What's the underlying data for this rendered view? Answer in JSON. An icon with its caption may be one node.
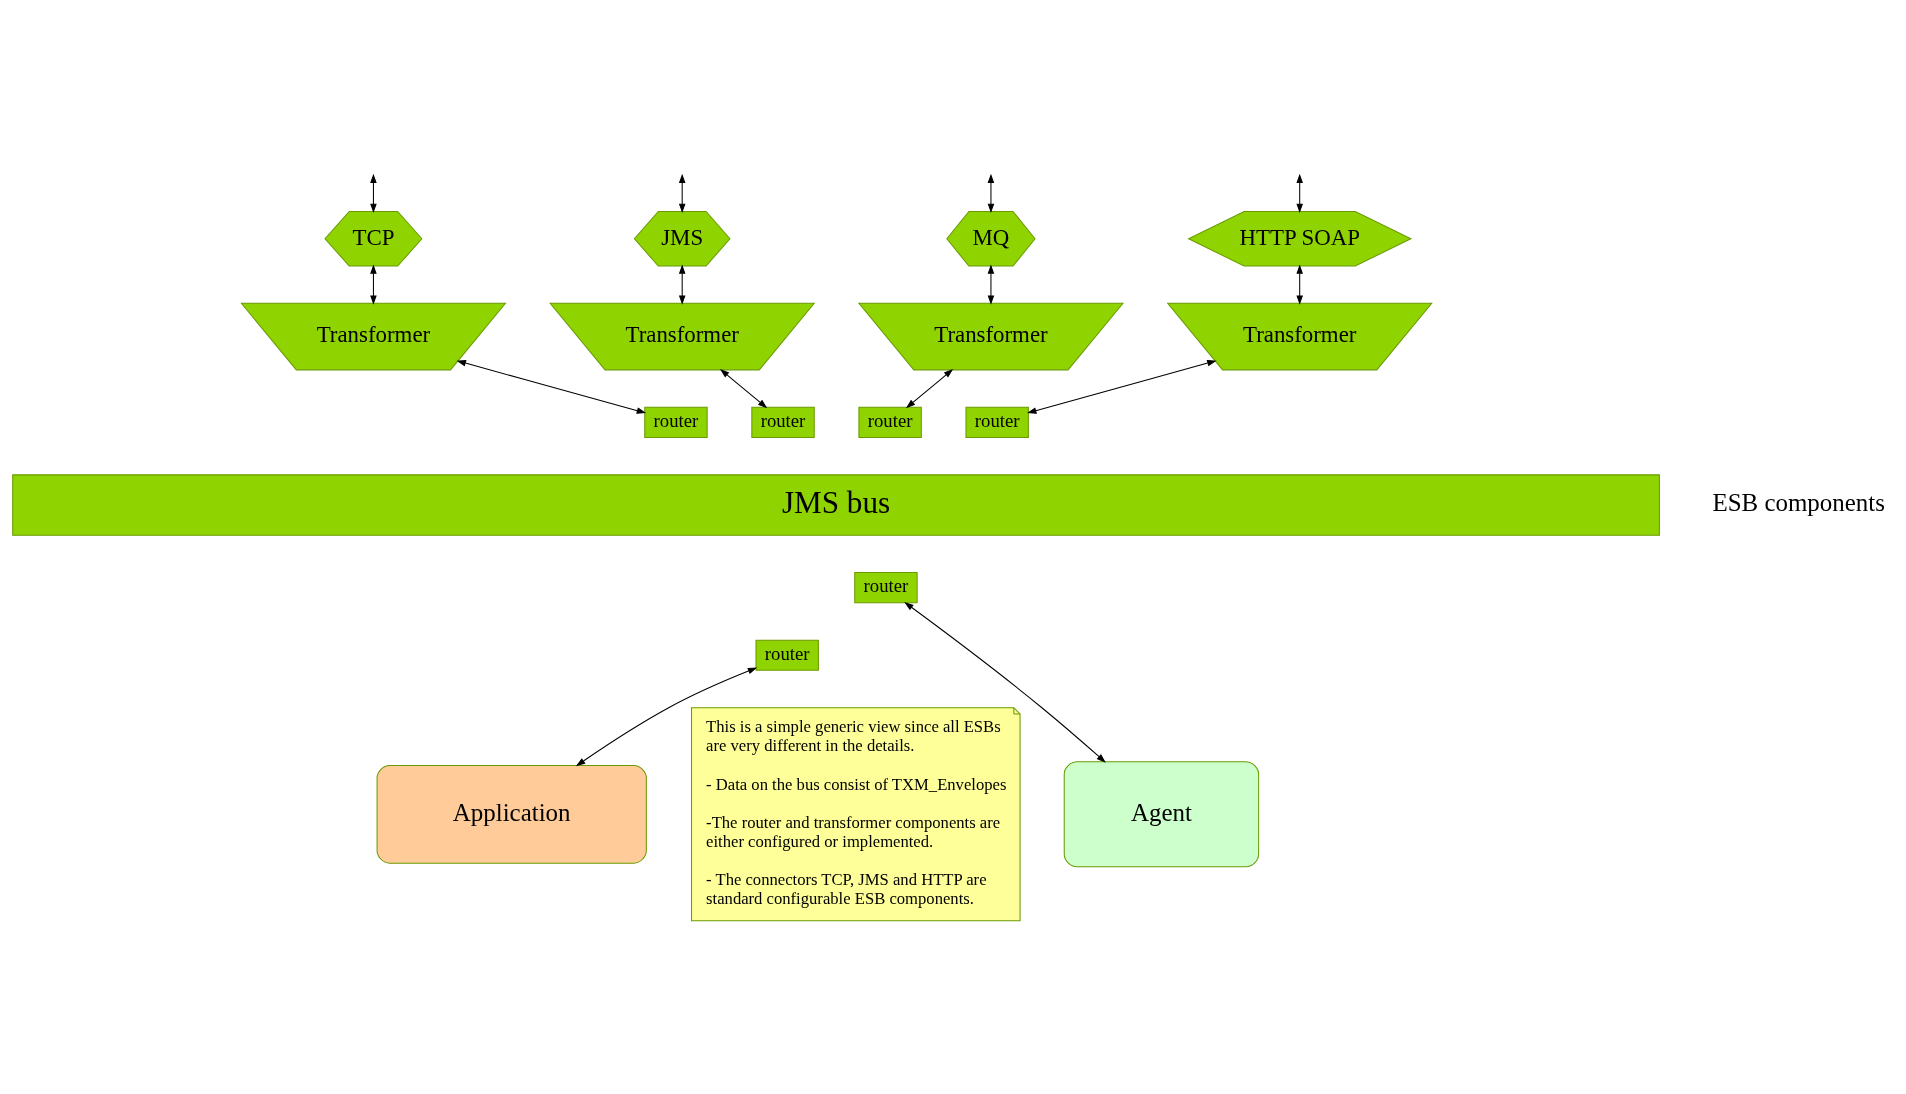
{
  "diagram": {
    "nodes": [
      {
        "text": [
          "HTTP SOAP"
        ]
      },
      {
        "text": [
          "TCP"
        ]
      },
      {
        "text": [
          "JMS"
        ]
      },
      {
        "text": [
          "MQ"
        ]
      },
      {
        "text": [
          "Transformer"
        ]
      },
      {
        "text": [
          "Transformer"
        ]
      },
      {
        "text": [
          "Transformer"
        ]
      },
      {
        "text": [
          "Transformer"
        ]
      },
      {
        "text": [
          "router"
        ]
      },
      {
        "text": [
          "router"
        ]
      },
      {
        "text": [
          "router"
        ]
      },
      {
        "text": [
          "router"
        ]
      },
      {
        "text": [
          "JMS bus"
        ]
      },
      {
        "text": [
          "router"
        ]
      },
      {
        "text": [
          "router"
        ]
      },
      {
        "text": [
          "Agent"
        ]
      },
      {
        "text": [
          "Application"
        ]
      },
      {
        "text": [
          "This is a simple generic view since all ESBs are very different in the details.",
          "- Data on the bus consist of TXM_Envelopes",
          "-The router and transformer components are either configured or implemented.",
          "- The connectors TCP, JMS and HTTP are standard configurable ESB components."
        ]
      }
    ],
    "edges": [
      {
        "from": null,
        "to": 0,
        "arrow": "both"
      },
      {
        "from": null,
        "to": 1,
        "arrow": "both"
      },
      {
        "from": null,
        "to": 2,
        "arrow": "both"
      },
      {
        "from": null,
        "to": 3,
        "arrow": "both"
      },
      {
        "from": 0,
        "to": 4,
        "arrow": "both"
      },
      {
        "from": 1,
        "to": 5,
        "arrow": "both"
      },
      {
        "from": 2,
        "to": 6,
        "arrow": "both"
      },
      {
        "from": 3,
        "to": 7,
        "arrow": "both"
      },
      {
        "from": 4,
        "to": 8,
        "arrow": "both"
      },
      {
        "from": 5,
        "to": 9,
        "arrow": "both"
      },
      {
        "from": 6,
        "to": 10,
        "arrow": "both"
      },
      {
        "from": 7,
        "to": 11,
        "arrow": "both"
      },
      {
        "from": 13,
        "to": 15,
        "arrow": "both"
      },
      {
        "from": 14,
        "to": 16,
        "arrow": "both"
      }
    ],
    "labels": [
      "ESB components"
    ]
  }
}
